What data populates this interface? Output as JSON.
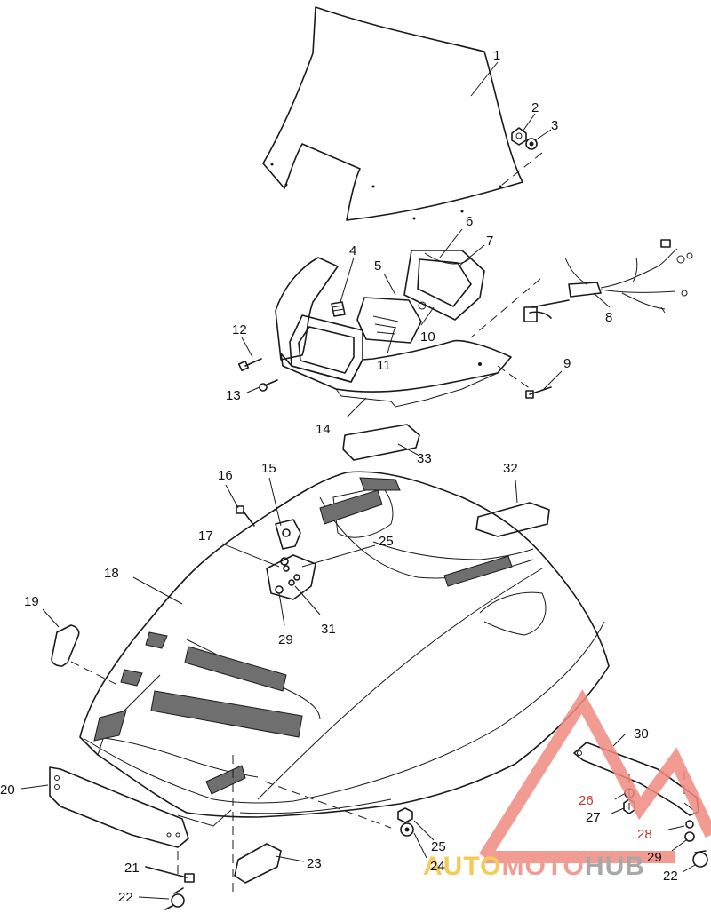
{
  "callouts": [
    {
      "id": "c1",
      "text": "1"
    },
    {
      "id": "c2",
      "text": "2"
    },
    {
      "id": "c3",
      "text": "3"
    },
    {
      "id": "c4",
      "text": "4"
    },
    {
      "id": "c5",
      "text": "5"
    },
    {
      "id": "c6",
      "text": "6"
    },
    {
      "id": "c7",
      "text": "7"
    },
    {
      "id": "c8",
      "text": "8"
    },
    {
      "id": "c9",
      "text": "9"
    },
    {
      "id": "c10",
      "text": "10"
    },
    {
      "id": "c11",
      "text": "11"
    },
    {
      "id": "c12",
      "text": "12"
    },
    {
      "id": "c13",
      "text": "13"
    },
    {
      "id": "c14",
      "text": "14"
    },
    {
      "id": "c15",
      "text": "15"
    },
    {
      "id": "c16",
      "text": "16"
    },
    {
      "id": "c17",
      "text": "17"
    },
    {
      "id": "c18",
      "text": "18"
    },
    {
      "id": "c19",
      "text": "19"
    },
    {
      "id": "c20",
      "text": "20"
    },
    {
      "id": "c21",
      "text": "21"
    },
    {
      "id": "c22a",
      "text": "22"
    },
    {
      "id": "c22b",
      "text": "22"
    },
    {
      "id": "c23",
      "text": "23"
    },
    {
      "id": "c24",
      "text": "24"
    },
    {
      "id": "c25a",
      "text": "25"
    },
    {
      "id": "c25b",
      "text": "25"
    },
    {
      "id": "c26",
      "text": "26"
    },
    {
      "id": "c27",
      "text": "27"
    },
    {
      "id": "c28",
      "text": "28"
    },
    {
      "id": "c29a",
      "text": "29"
    },
    {
      "id": "c29b",
      "text": "29"
    },
    {
      "id": "c30",
      "text": "30"
    },
    {
      "id": "c31",
      "text": "31"
    },
    {
      "id": "c32",
      "text": "32"
    },
    {
      "id": "c33",
      "text": "33"
    }
  ],
  "watermark": {
    "text_a": "AUTO",
    "text_b": "MOTO",
    "text_c": "HUB",
    "color_primary": "#f08a80",
    "color_secondary": "#f3c23a",
    "color_tertiary": "#9a9a9a",
    "icon": "triangle-logo-icon"
  }
}
